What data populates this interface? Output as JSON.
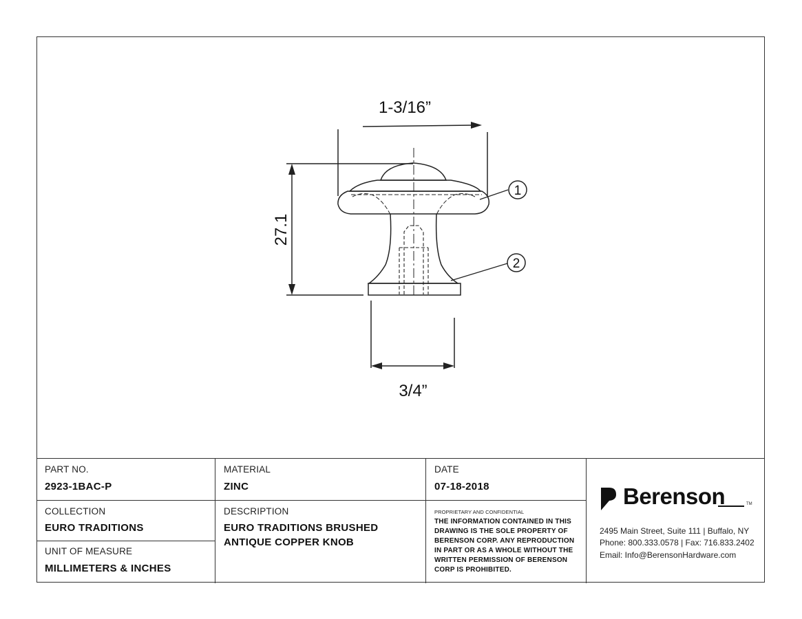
{
  "drawing": {
    "dimensions": {
      "width": "1-3/16”",
      "height": "27.1",
      "base_width": "3/4”"
    },
    "callouts": [
      "1",
      "2"
    ]
  },
  "title_block": {
    "part_no": {
      "label": "PART NO.",
      "value": "2923-1BAC-P"
    },
    "material": {
      "label": "MATERIAL",
      "value": "ZINC"
    },
    "date": {
      "label": "DATE",
      "value": "07-18-2018"
    },
    "collection": {
      "label": "COLLECTION",
      "value": "EURO TRADITIONS"
    },
    "description": {
      "label": "DESCRIPTION",
      "value_line1": "EURO TRADITIONS BRUSHED",
      "value_line2": "ANTIQUE COPPER KNOB"
    },
    "unit_of_measure": {
      "label": "UNIT OF MEASURE",
      "value": "MILLIMETERS & INCHES"
    },
    "confidential": {
      "label": "PROPRIETARY AND CONFIDENTIAL",
      "lines": [
        "THE INFORMATION CONTAINED IN THIS",
        "DRAWING IS THE SOLE PROPERTY OF",
        "BERENSON CORP. ANY REPRODUCTION",
        "IN PART OR AS A WHOLE WITHOUT THE",
        "WRITTEN PERMISSION OF BERENSON",
        "CORP IS PROHIBITED."
      ]
    },
    "company": {
      "name": "Berenson",
      "trademark": "TM",
      "address": "2495 Main Street, Suite 111 | Buffalo, NY",
      "phone": "Phone: 800.333.0578 | Fax: 716.833.2402",
      "email": "Email: Info@BerensonHardware.com"
    }
  }
}
